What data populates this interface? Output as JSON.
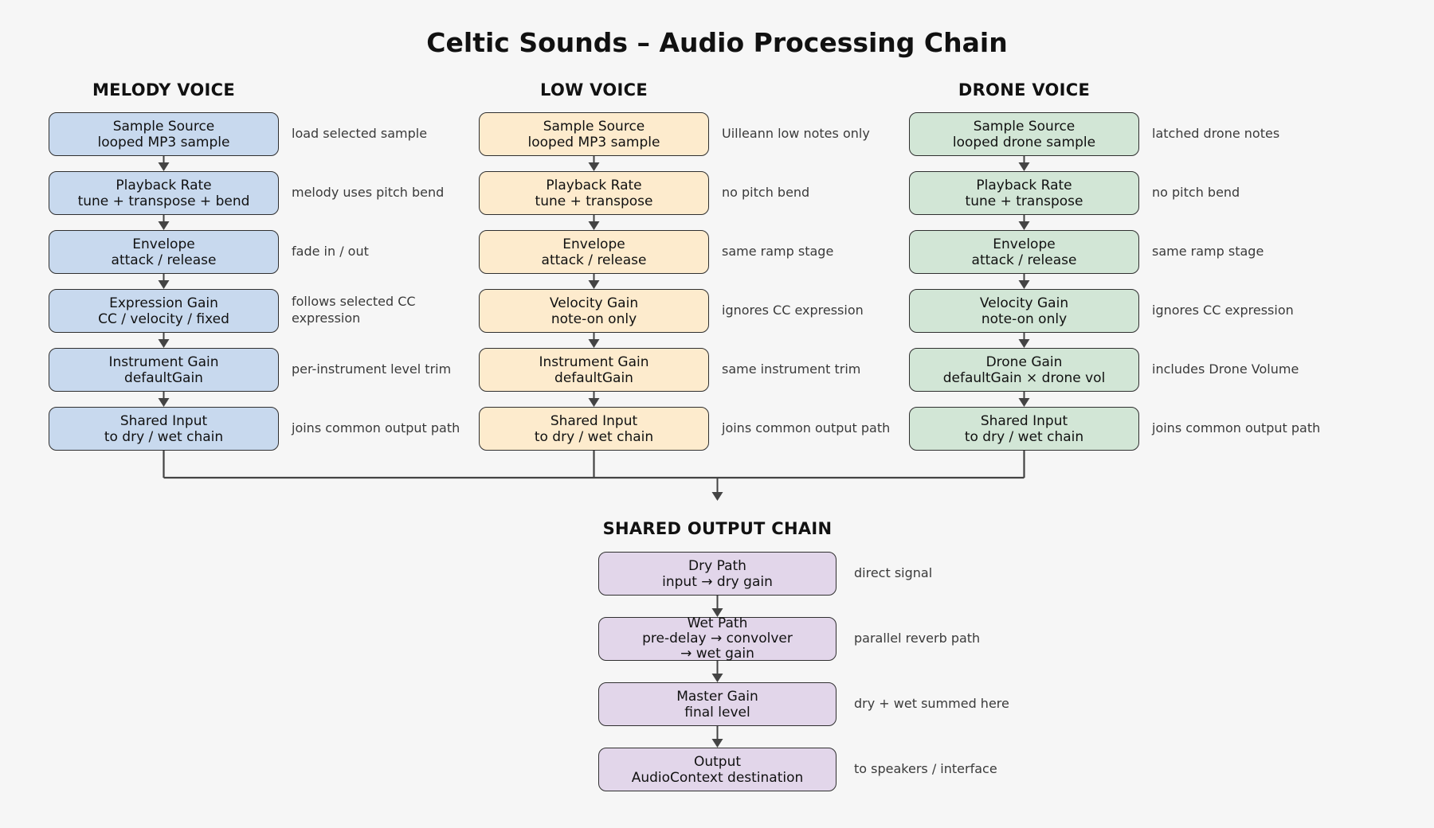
{
  "title": "Celtic Sounds – Audio Processing Chain",
  "colors": {
    "melody_fill": "#c8d9ee",
    "low_fill": "#fdebcd",
    "drone_fill": "#d2e6d6",
    "shared_fill": "#e2d6ea",
    "stroke": "#2f2f2f",
    "connector": "#444444"
  },
  "voices": [
    {
      "heading": "MELODY VOICE",
      "steps": [
        {
          "lines": [
            "Sample Source",
            "looped MP3 sample"
          ],
          "note": "load selected sample"
        },
        {
          "lines": [
            "Playback Rate",
            "tune + transpose + bend"
          ],
          "note": "melody uses pitch bend"
        },
        {
          "lines": [
            "Envelope",
            "attack / release"
          ],
          "note": "fade in / out"
        },
        {
          "lines": [
            "Expression Gain",
            "CC / velocity / fixed"
          ],
          "note": "follows selected CC\nexpression"
        },
        {
          "lines": [
            "Instrument Gain",
            "defaultGain"
          ],
          "note": "per-instrument level trim"
        },
        {
          "lines": [
            "Shared Input",
            "to dry / wet chain"
          ],
          "note": "joins common output path"
        }
      ]
    },
    {
      "heading": "LOW VOICE",
      "steps": [
        {
          "lines": [
            "Sample Source",
            "looped MP3 sample"
          ],
          "note": "Uilleann low notes only"
        },
        {
          "lines": [
            "Playback Rate",
            "tune + transpose"
          ],
          "note": "no pitch bend"
        },
        {
          "lines": [
            "Envelope",
            "attack / release"
          ],
          "note": "same ramp stage"
        },
        {
          "lines": [
            "Velocity Gain",
            "note-on only"
          ],
          "note": "ignores CC expression"
        },
        {
          "lines": [
            "Instrument Gain",
            "defaultGain"
          ],
          "note": "same instrument trim"
        },
        {
          "lines": [
            "Shared Input",
            "to dry / wet chain"
          ],
          "note": "joins common output path"
        }
      ]
    },
    {
      "heading": "DRONE VOICE",
      "steps": [
        {
          "lines": [
            "Sample Source",
            "looped drone sample"
          ],
          "note": "latched drone notes"
        },
        {
          "lines": [
            "Playback Rate",
            "tune + transpose"
          ],
          "note": "no pitch bend"
        },
        {
          "lines": [
            "Envelope",
            "attack / release"
          ],
          "note": "same ramp stage"
        },
        {
          "lines": [
            "Velocity Gain",
            "note-on only"
          ],
          "note": "ignores CC expression"
        },
        {
          "lines": [
            "Drone Gain",
            "defaultGain × drone vol"
          ],
          "note": "includes Drone Volume"
        },
        {
          "lines": [
            "Shared Input",
            "to dry / wet chain"
          ],
          "note": "joins common output path"
        }
      ]
    }
  ],
  "shared": {
    "heading": "SHARED OUTPUT CHAIN",
    "steps": [
      {
        "lines": [
          "Dry Path",
          "input → dry gain"
        ],
        "note": "direct signal"
      },
      {
        "lines": [
          "Wet Path",
          "pre-delay → convolver",
          "→ wet gain"
        ],
        "note": "parallel reverb path"
      },
      {
        "lines": [
          "Master Gain",
          "final level"
        ],
        "note": "dry + wet summed here"
      },
      {
        "lines": [
          "Output",
          "AudioContext destination"
        ],
        "note": "to speakers / interface"
      }
    ]
  }
}
